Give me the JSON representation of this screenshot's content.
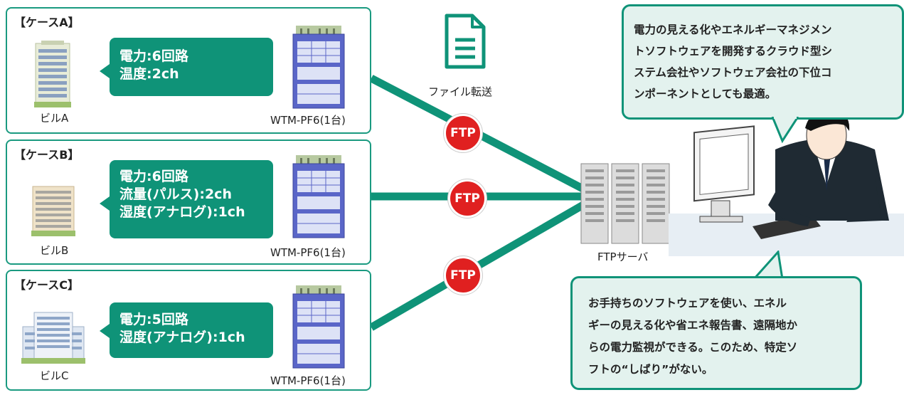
{
  "cases": [
    {
      "title": "【ケースA】",
      "building": "ビルA",
      "device": "WTM-PF6(1台)",
      "specs": [
        "電力:6回路",
        "温度:2ch"
      ]
    },
    {
      "title": "【ケースB】",
      "building": "ビルB",
      "device": "WTM-PF6(1台)",
      "specs": [
        "電力:6回路",
        "流量(パルス):2ch",
        "湿度(アナログ):1ch"
      ]
    },
    {
      "title": "【ケースC】",
      "building": "ビルC",
      "device": "WTM-PF6(1台)",
      "specs": [
        "電力:5回路",
        "湿度(アナログ):1ch"
      ]
    }
  ],
  "ftp_badge": "FTP",
  "file_transfer_label": "ファイル転送",
  "server_label": "FTPサーバ",
  "top_callout": [
    "電力の見える化やエネルギーマネジメン",
    "トソフトウェアを開発するクラウド型シ",
    "ステム会社やソフトウェア会社の下位コ",
    "ンポーネントとしても最適。"
  ],
  "bottom_callout": [
    "お手持ちのソフトウェアを使い、エネル",
    "ギーの見える化や省エネ報告書、遠隔地か",
    "らの電力監視ができる。このため、特定ソ",
    "フトの“しばり”がない。"
  ],
  "colors": {
    "accent": "#0f9378",
    "ftp": "#e02020",
    "callout_bg": "#e3f2ee"
  }
}
